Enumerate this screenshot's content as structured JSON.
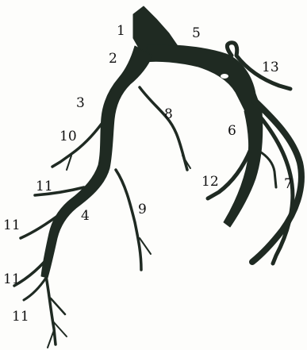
{
  "diagram": {
    "colors": {
      "vessel": "#1f2a22",
      "label": "#111111",
      "background": "#fdfdfb"
    },
    "labels": [
      {
        "id": "label-1",
        "text": "1"
      },
      {
        "id": "label-2",
        "text": "2"
      },
      {
        "id": "label-3",
        "text": "3"
      },
      {
        "id": "label-4",
        "text": "4"
      },
      {
        "id": "label-5",
        "text": "5"
      },
      {
        "id": "label-6",
        "text": "6"
      },
      {
        "id": "label-7",
        "text": "7"
      },
      {
        "id": "label-8",
        "text": "8"
      },
      {
        "id": "label-9",
        "text": "9"
      },
      {
        "id": "label-10",
        "text": "10"
      },
      {
        "id": "label-11a",
        "text": "11"
      },
      {
        "id": "label-11b",
        "text": "11"
      },
      {
        "id": "label-11c",
        "text": "11"
      },
      {
        "id": "label-11d",
        "text": "11"
      },
      {
        "id": "label-12",
        "text": "12"
      },
      {
        "id": "label-13",
        "text": "13"
      }
    ]
  }
}
